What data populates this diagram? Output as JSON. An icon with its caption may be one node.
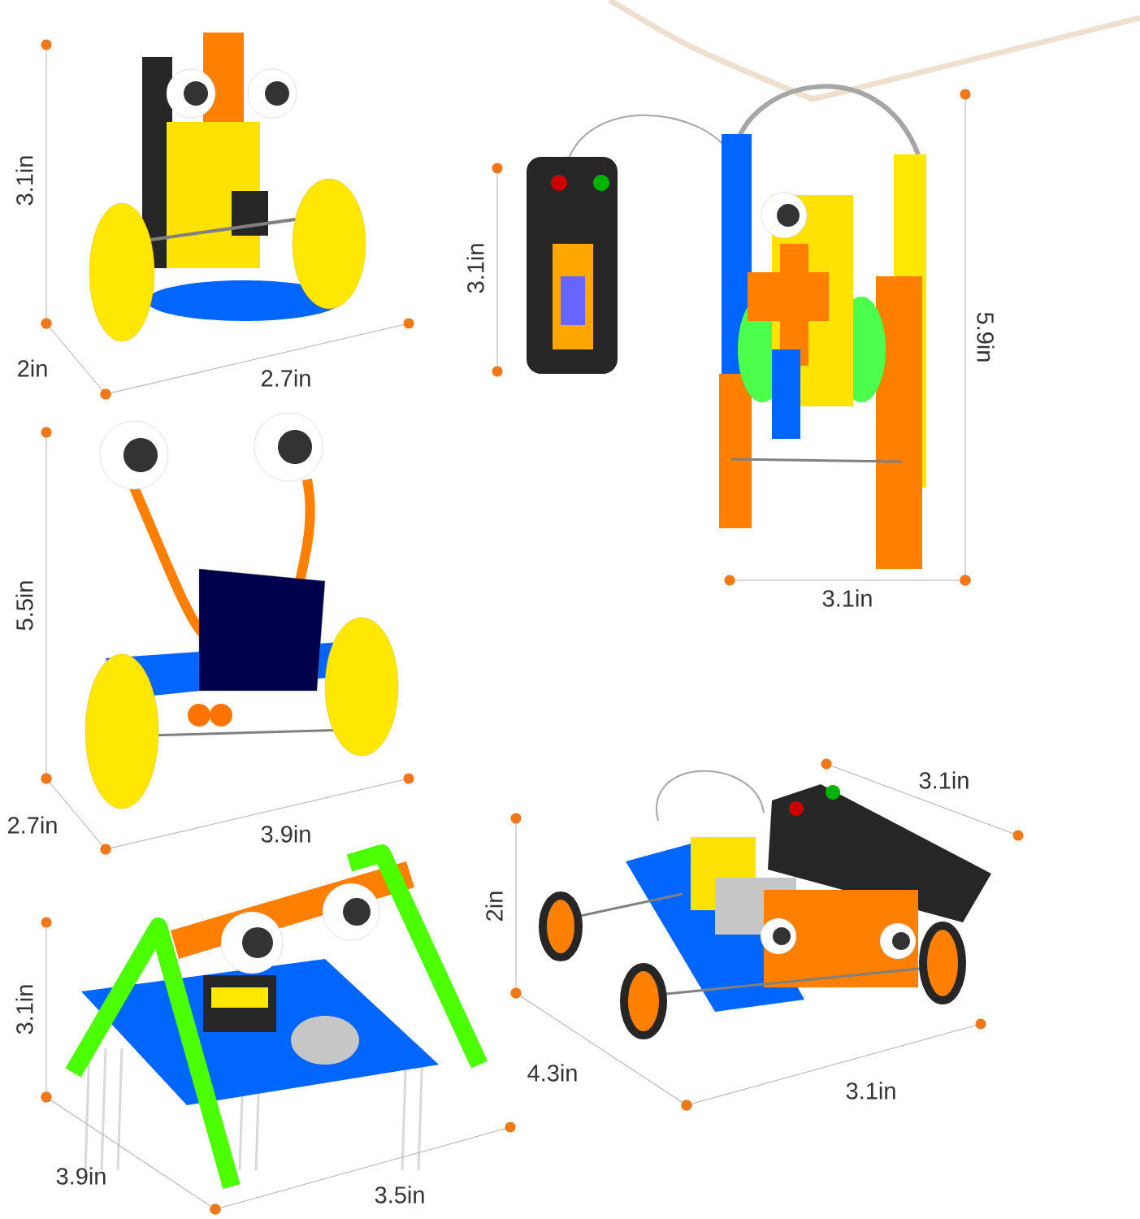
{
  "diagram": {
    "labels": [
      "3.1in",
      "2in",
      "2.7in",
      "3.1in",
      "5.9in",
      "3.1in",
      "5.5in",
      "2.7in",
      "3.9in",
      "3.1in",
      "2in",
      "4.3in",
      "3.1in",
      "3.1in",
      "3.9in",
      "3.5in"
    ]
  }
}
